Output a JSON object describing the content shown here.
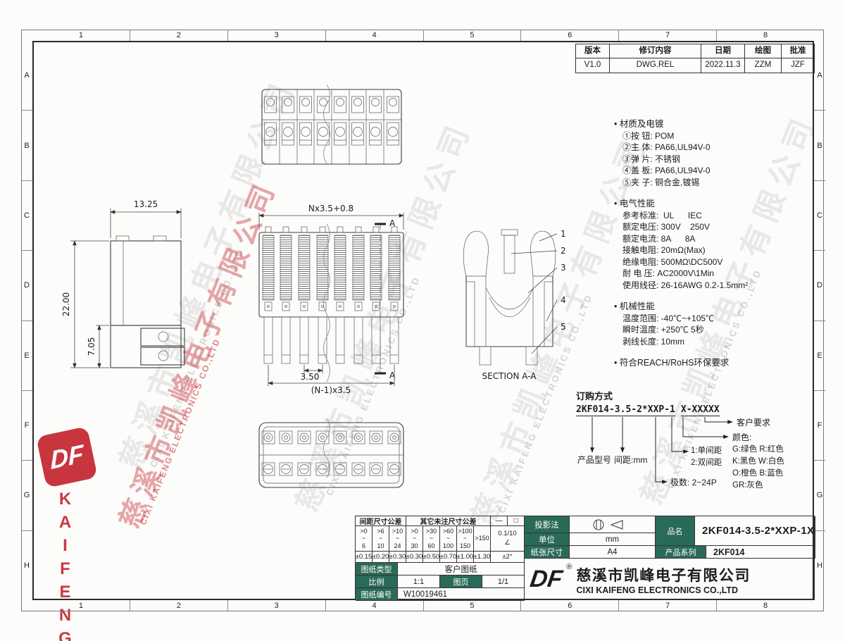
{
  "sheet": {
    "grid_cols": [
      "1",
      "2",
      "3",
      "4",
      "5",
      "6",
      "7",
      "8"
    ],
    "grid_rows": [
      "A",
      "B",
      "C",
      "D",
      "E",
      "F",
      "G",
      "H"
    ]
  },
  "revision": {
    "headers": [
      "版本",
      "修订内容",
      "日期",
      "绘图",
      "批准"
    ],
    "row": [
      "V1.0",
      "DWG.REL",
      "2022.11.3",
      "ZZM",
      "JZF"
    ]
  },
  "specs": {
    "material_title": "材质及电镀",
    "material": [
      "①按 钮: POM",
      "②主 体: PA66,UL94V-0",
      "③弹 片: 不锈钢",
      "④盖 板: PA66,UL94V-0",
      "⑤夹 子: 铜合金,镀锡"
    ],
    "electrical_title": "电气性能",
    "electrical": [
      "参考标准:  UL      IEC",
      "额定电压: 300V    250V",
      "额定电流: 8A      8A",
      "接触电阻: 20mΩ(Max)",
      "绝缘电阻: 500MΩ\\DC500V",
      "耐 电 压: AC2000V\\1Min",
      "使用线径: 26-16AWG 0.2-1.5mm²"
    ],
    "mechanical_title": "机械性能",
    "mechanical": [
      "温度范围: -40℃~+105℃",
      "瞬时温度: +250℃ 5秒",
      "剥线长度: 10mm"
    ],
    "compliance_title": "符合REACH/RoHS环保要求"
  },
  "ordering": {
    "title": "订购方式",
    "code_main": "2KF014-3.5-2*XXP-1",
    "code_suffix": "X-XXXXX",
    "customer": "客户要求",
    "color_title": "颜色:",
    "colors": [
      "G:绿色  R:红色",
      "K:黑色  W:白色",
      "O:橙色  B:蓝色",
      "GR:灰色"
    ],
    "pitch_options": [
      "1:单间距",
      "2:双间距"
    ],
    "poles": "极数: 2~24P",
    "model_label": "产品型号",
    "pitch_label": "间距:mm"
  },
  "dims": {
    "width": "13.25",
    "height": "22.00",
    "lower": "7.05",
    "pitch_formula": "Nx3.5+0.8",
    "pitch": "3.50",
    "span": "(N-1)x3.5",
    "section": "SECTION A-A",
    "mark": "A",
    "parts": [
      "1",
      "2",
      "3",
      "4",
      "5"
    ]
  },
  "tolerance": {
    "pitch_header": "间距尺寸公差",
    "other_header": "其它未注尺寸公差",
    "ranges": [
      ">0\n~\n6",
      ">6\n~\n10",
      ">10\n~\n24",
      ">0\n~\n30",
      ">30\n~\n60",
      ">60\n~\n100",
      ">100\n~\n150"
    ],
    "range_last": ">150",
    "values": [
      "±0.15",
      "±0.20",
      "±0.30",
      "±0.30",
      "±0.50",
      "±0.70",
      "±1.00",
      "±1.30"
    ],
    "flat_symbol": "—",
    "square_symbol": "□",
    "flatness": "0.1/10",
    "angle_symbol": "∠",
    "angle": "±2°"
  },
  "titleblock": {
    "projection_label": "投影法",
    "unit_label": "单位",
    "unit_value": "mm",
    "paper_label": "纸张尺寸",
    "paper_value": "A4",
    "name_label": "品名",
    "name_value": "2KF014-3.5-2*XXP-1X",
    "series_label": "产品系列",
    "series_value": "2KF014",
    "type_label": "图纸类型",
    "type_value": "客户图纸",
    "scale_label": "比例",
    "scale_value": "1:1",
    "page_label": "图页",
    "page_value": "1/1",
    "no_label": "图纸编号",
    "no_value": "W10019461",
    "company_cn": "慈溪市凯峰电子有限公司",
    "company_en": "CIXI KAIFENG ELECTRONICS CO.,LTD",
    "logo_text": "DF",
    "registered": "®"
  },
  "watermark": {
    "cn": "慈溪市凯峰电子有限公司",
    "en": "CIXI KAIFENG ELECTRONICS CO.,LTD",
    "brand": "KAIFENG"
  },
  "colors": {
    "label_green": "#2a6a58",
    "brand_red": "#c4242e",
    "line": "#3c3c3c"
  }
}
